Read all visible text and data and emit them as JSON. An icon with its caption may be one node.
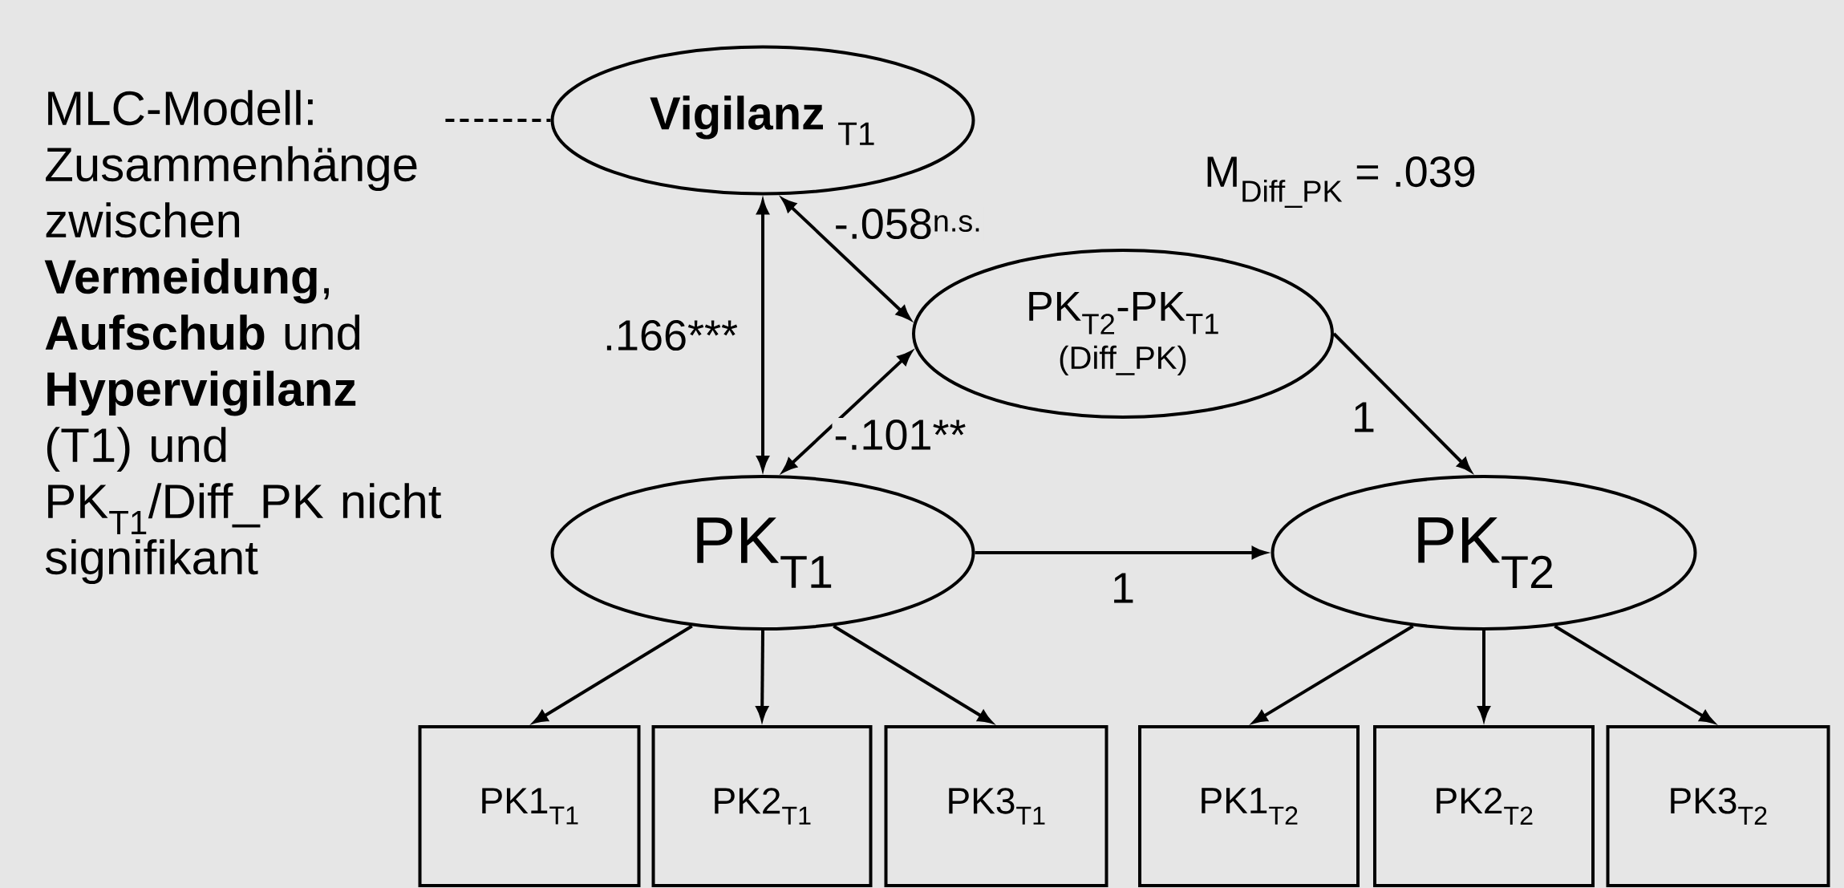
{
  "diagram": {
    "nodes": [
      {
        "text": [
          "MLC-Modell: Zusammenhänge zwischen **Vermeidung**, **Aufschub** und **Hypervigilanz** (T1) und PK$_{T1}$/Diff_PK nicht signifikant"
        ]
      },
      {
        "text": [
          "**Vigilanz** $_{T1}$"
        ]
      },
      {
        "text": [
          "PK$_{T2}$-PK$_{T1}$",
          "(Diff_PK)"
        ]
      },
      {
        "text": [
          "PK$_{T1}$"
        ]
      },
      {
        "text": [
          "PK$_{T2}$"
        ]
      },
      {
        "text": [
          "PK1$_{T1}$"
        ]
      },
      {
        "text": [
          "PK2$_{T1}$"
        ]
      },
      {
        "text": [
          "PK3$_{T1}$"
        ]
      },
      {
        "text": [
          "PK1$_{T2}$"
        ]
      },
      {
        "text": [
          "PK2$_{T2}$"
        ]
      },
      {
        "text": [
          "PK3$_{T2}$"
        ]
      }
    ],
    "edges": [
      {
        "from": 0,
        "to": 1,
        "arrow": "none",
        "style": "dashed"
      },
      {
        "from": 1,
        "to": 3,
        "arrow": "both",
        "label": ".166***"
      },
      {
        "from": 1,
        "to": 2,
        "arrow": "both",
        "label": "-.058$^{n.s.}$"
      },
      {
        "from": 3,
        "to": 2,
        "arrow": "both",
        "label": "-.101**"
      },
      {
        "from": 3,
        "to": 4,
        "arrow": "to",
        "label": "1"
      },
      {
        "from": 2,
        "to": 4,
        "arrow": "to",
        "label": "1"
      },
      {
        "from": 3,
        "to": 5,
        "arrow": "to"
      },
      {
        "from": 3,
        "to": 6,
        "arrow": "to"
      },
      {
        "from": 3,
        "to": 7,
        "arrow": "to"
      },
      {
        "from": 4,
        "to": 8,
        "arrow": "to"
      },
      {
        "from": 4,
        "to": 9,
        "arrow": "to"
      },
      {
        "from": 4,
        "to": 10,
        "arrow": "to"
      }
    ],
    "labels": [
      "M$_{Diff_PK}$ = .039"
    ]
  }
}
